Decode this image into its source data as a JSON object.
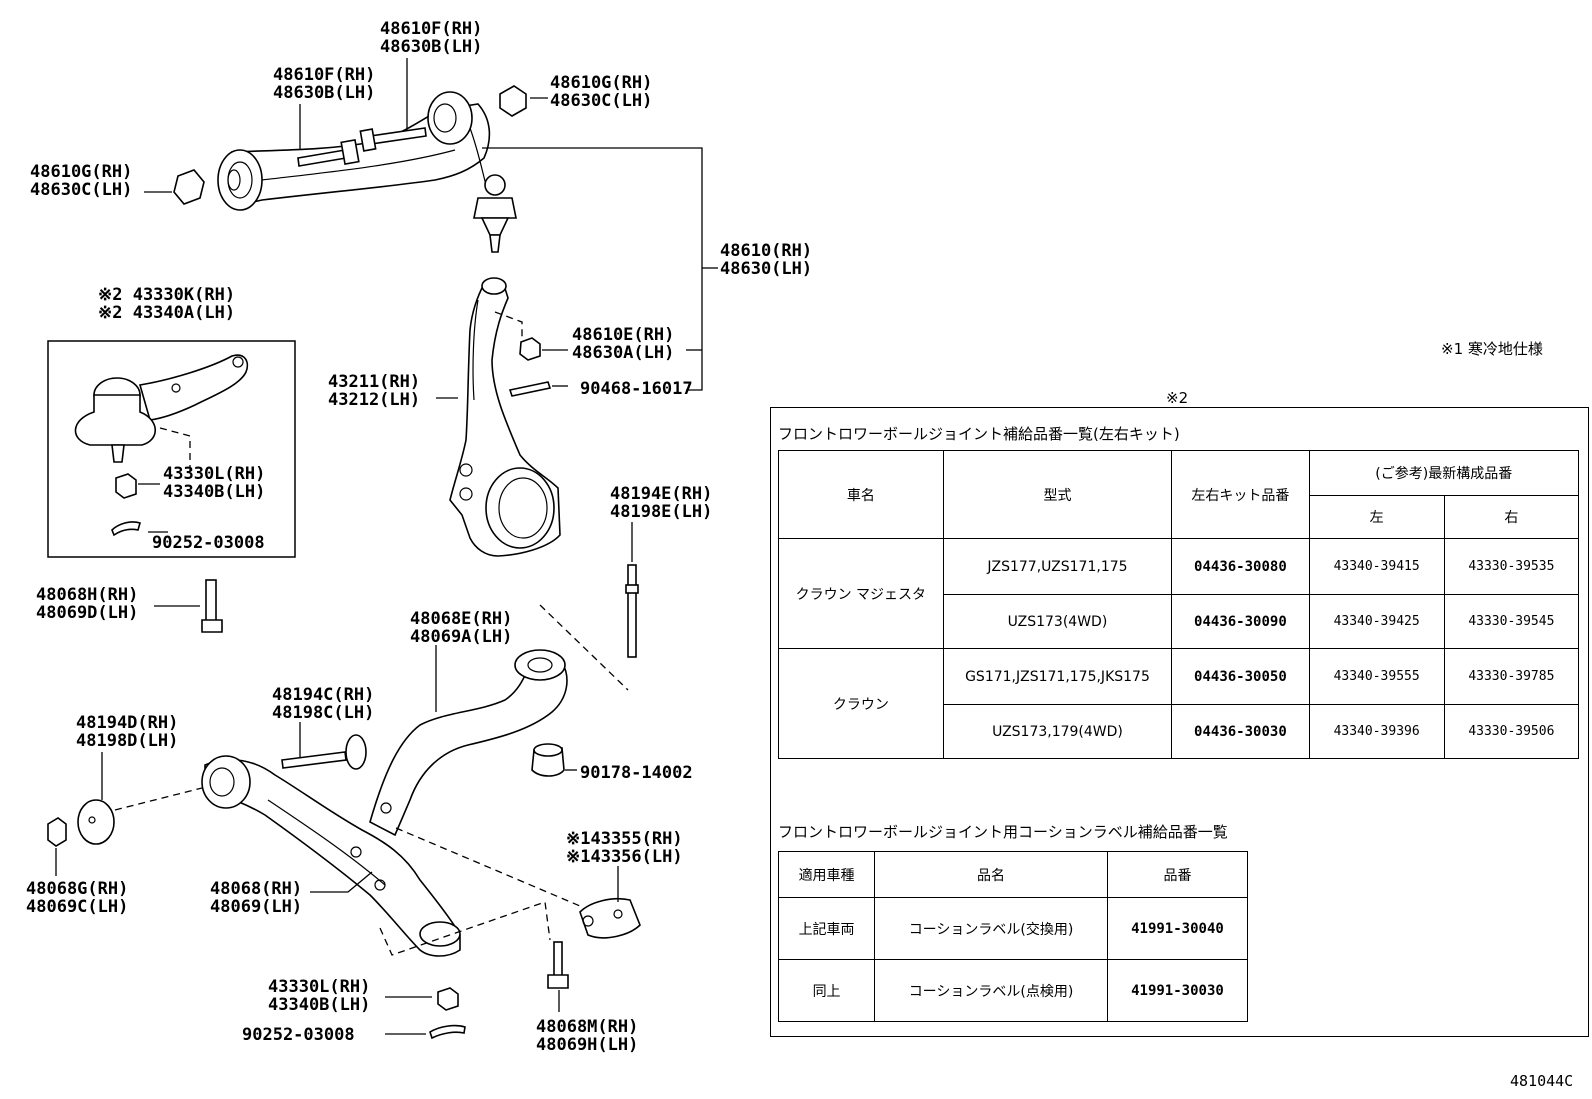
{
  "labels": {
    "l1": [
      "48610F(RH)",
      "48630B(LH)"
    ],
    "l2": [
      "48610F(RH)",
      "48630B(LH)"
    ],
    "l3": [
      "48610G(RH)",
      "48630C(LH)"
    ],
    "l4": [
      "48610G(RH)",
      "48630C(LH)"
    ],
    "l5": [
      "48610(RH)",
      "48630(LH)"
    ],
    "l6": [
      "※2 43330K(RH)",
      "※2 43340A(LH)"
    ],
    "l7": [
      "48610E(RH)",
      "48630A(LH)"
    ],
    "l8": [
      "90468-16017"
    ],
    "l9": [
      "43211(RH)",
      "43212(LH)"
    ],
    "l10": [
      "43330L(RH)",
      "43340B(LH)"
    ],
    "l11": [
      "90252-03008"
    ],
    "l12": [
      "48194E(RH)",
      "48198E(LH)"
    ],
    "l13": [
      "48068H(RH)",
      "48069D(LH)"
    ],
    "l14": [
      "48068E(RH)",
      "48069A(LH)"
    ],
    "l15": [
      "48194C(RH)",
      "48198C(LH)"
    ],
    "l16": [
      "48194D(RH)",
      "48198D(LH)"
    ],
    "l17": [
      "90178-14002"
    ],
    "l18": [
      "※143355(RH)",
      "※143356(LH)"
    ],
    "l19": [
      "48068G(RH)",
      "48069C(LH)"
    ],
    "l20": [
      "48068(RH)",
      "48069(LH)"
    ],
    "l21": [
      "43330L(RH)",
      "43340B(LH)"
    ],
    "l22": [
      "90252-03008"
    ],
    "l23": [
      "48068M(RH)",
      "48069H(LH)"
    ]
  },
  "notes": {
    "note1": "※1 寒冷地仕様",
    "note2": "※2",
    "figure_id": "481044C"
  },
  "table1": {
    "title": "フロントロワーボールジョイント補給品番一覧(左右キット)",
    "headers": {
      "vehicle": "車名",
      "model": "型式",
      "kit": "左右キット品番",
      "latest": "(ご参考)最新構成品番",
      "left": "左",
      "right": "右"
    },
    "groups": [
      {
        "vehicle": "クラウン マジェスタ",
        "rows": [
          {
            "model": "JZS177,UZS171,175",
            "kit": "04436-30080",
            "left": "43340-39415",
            "right": "43330-39535"
          },
          {
            "model": "UZS173(4WD)",
            "kit": "04436-30090",
            "left": "43340-39425",
            "right": "43330-39545"
          }
        ]
      },
      {
        "vehicle": "クラウン",
        "rows": [
          {
            "model": "GS171,JZS171,175,JKS175",
            "kit": "04436-30050",
            "left": "43340-39555",
            "right": "43330-39785"
          },
          {
            "model": "UZS173,179(4WD)",
            "kit": "04436-30030",
            "left": "43340-39396",
            "right": "43330-39506"
          }
        ]
      }
    ]
  },
  "table2": {
    "title": "フロントロワーボールジョイント用コーションラベル補給品番一覧",
    "headers": {
      "applicable": "適用車種",
      "name": "品名",
      "number": "品番"
    },
    "rows": [
      {
        "applicable": "上記車両",
        "name": "コーションラベル(交換用)",
        "number": "41991-30040"
      },
      {
        "applicable": "同上",
        "name": "コーションラベル(点検用)",
        "number": "41991-30030"
      }
    ]
  }
}
